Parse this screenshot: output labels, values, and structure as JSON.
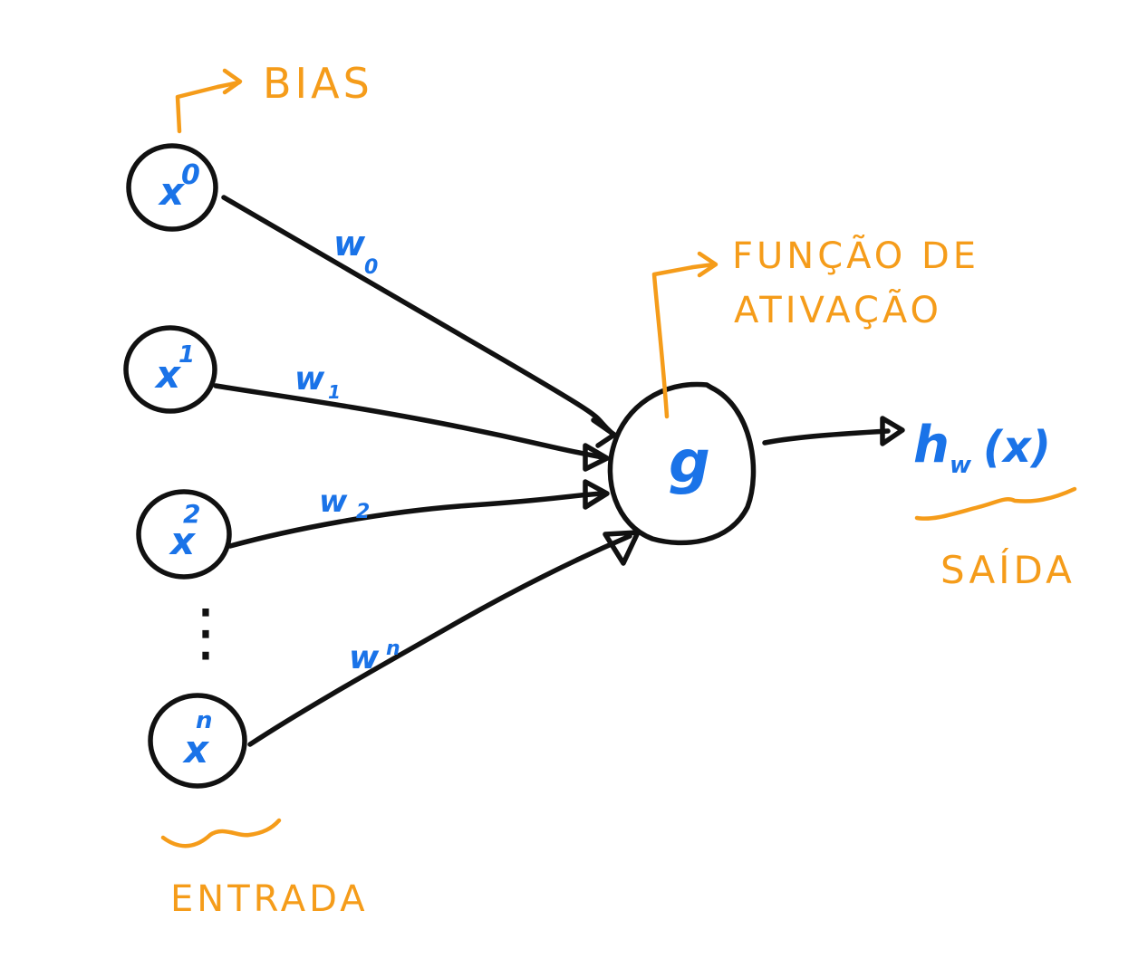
{
  "colors": {
    "ink": "#111111",
    "math_blue": "#1a73e8",
    "label_orange": "#f59c1a",
    "background": "#ffffff"
  },
  "inputs": [
    {
      "base": "x",
      "superscript": "0",
      "weight_base": "w",
      "weight_sub": "0"
    },
    {
      "base": "x",
      "superscript": "1",
      "weight_base": "w",
      "weight_sub": "1"
    },
    {
      "base": "x",
      "superscript": "2",
      "weight_base": "w",
      "weight_sub": "2"
    },
    {
      "base": "x",
      "superscript": "n",
      "weight_base": "w",
      "weight_sub": "n"
    }
  ],
  "ellipsis": "⋮",
  "activation_node": {
    "symbol": "g"
  },
  "output": {
    "h": "h",
    "sub": "w",
    "arg": "(x)"
  },
  "labels": {
    "bias": "BIAS",
    "activation_line1": "FUNÇÃO DE",
    "activation_line2": "ATIVAÇÃO",
    "output": "SAÍDA",
    "input": "ENTRADA"
  }
}
